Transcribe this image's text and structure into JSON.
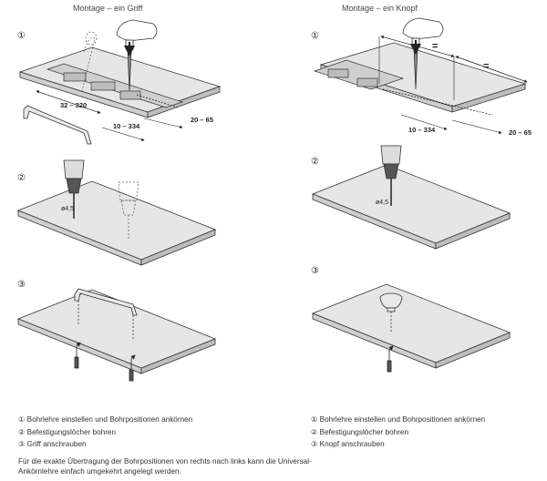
{
  "headers": {
    "left": "Montage – ein Griff",
    "right": "Montage – ein Knopf"
  },
  "step_markers": {
    "one": "①",
    "two": "②",
    "three": "③"
  },
  "dimensions": {
    "griff_spacing": "32 – 320",
    "griff_offset": "10 – 334",
    "griff_edge": "20 – 65",
    "knopf_offset": "10 – 334",
    "knopf_edge": "20 – 65",
    "equal": "="
  },
  "drill_diameter": "ø4,5",
  "legend_griff": [
    "① Bohrlehre einstellen und Bohrpositionen ankörnen",
    "② Befestigungslöcher bohren",
    "③ Griff anschrauben"
  ],
  "legend_knopf": [
    "① Bohrlehre einstellen und Bohrpositionen ankörnen",
    "② Befestigungslöcher bohren",
    "③ Knopf anschrauben"
  ],
  "note": "Für die exakte Übertragung der Bohrpositionen von rechts nach links kann die Universal-Ankörnlehre einfach umgekehrt angelegt werden."
}
